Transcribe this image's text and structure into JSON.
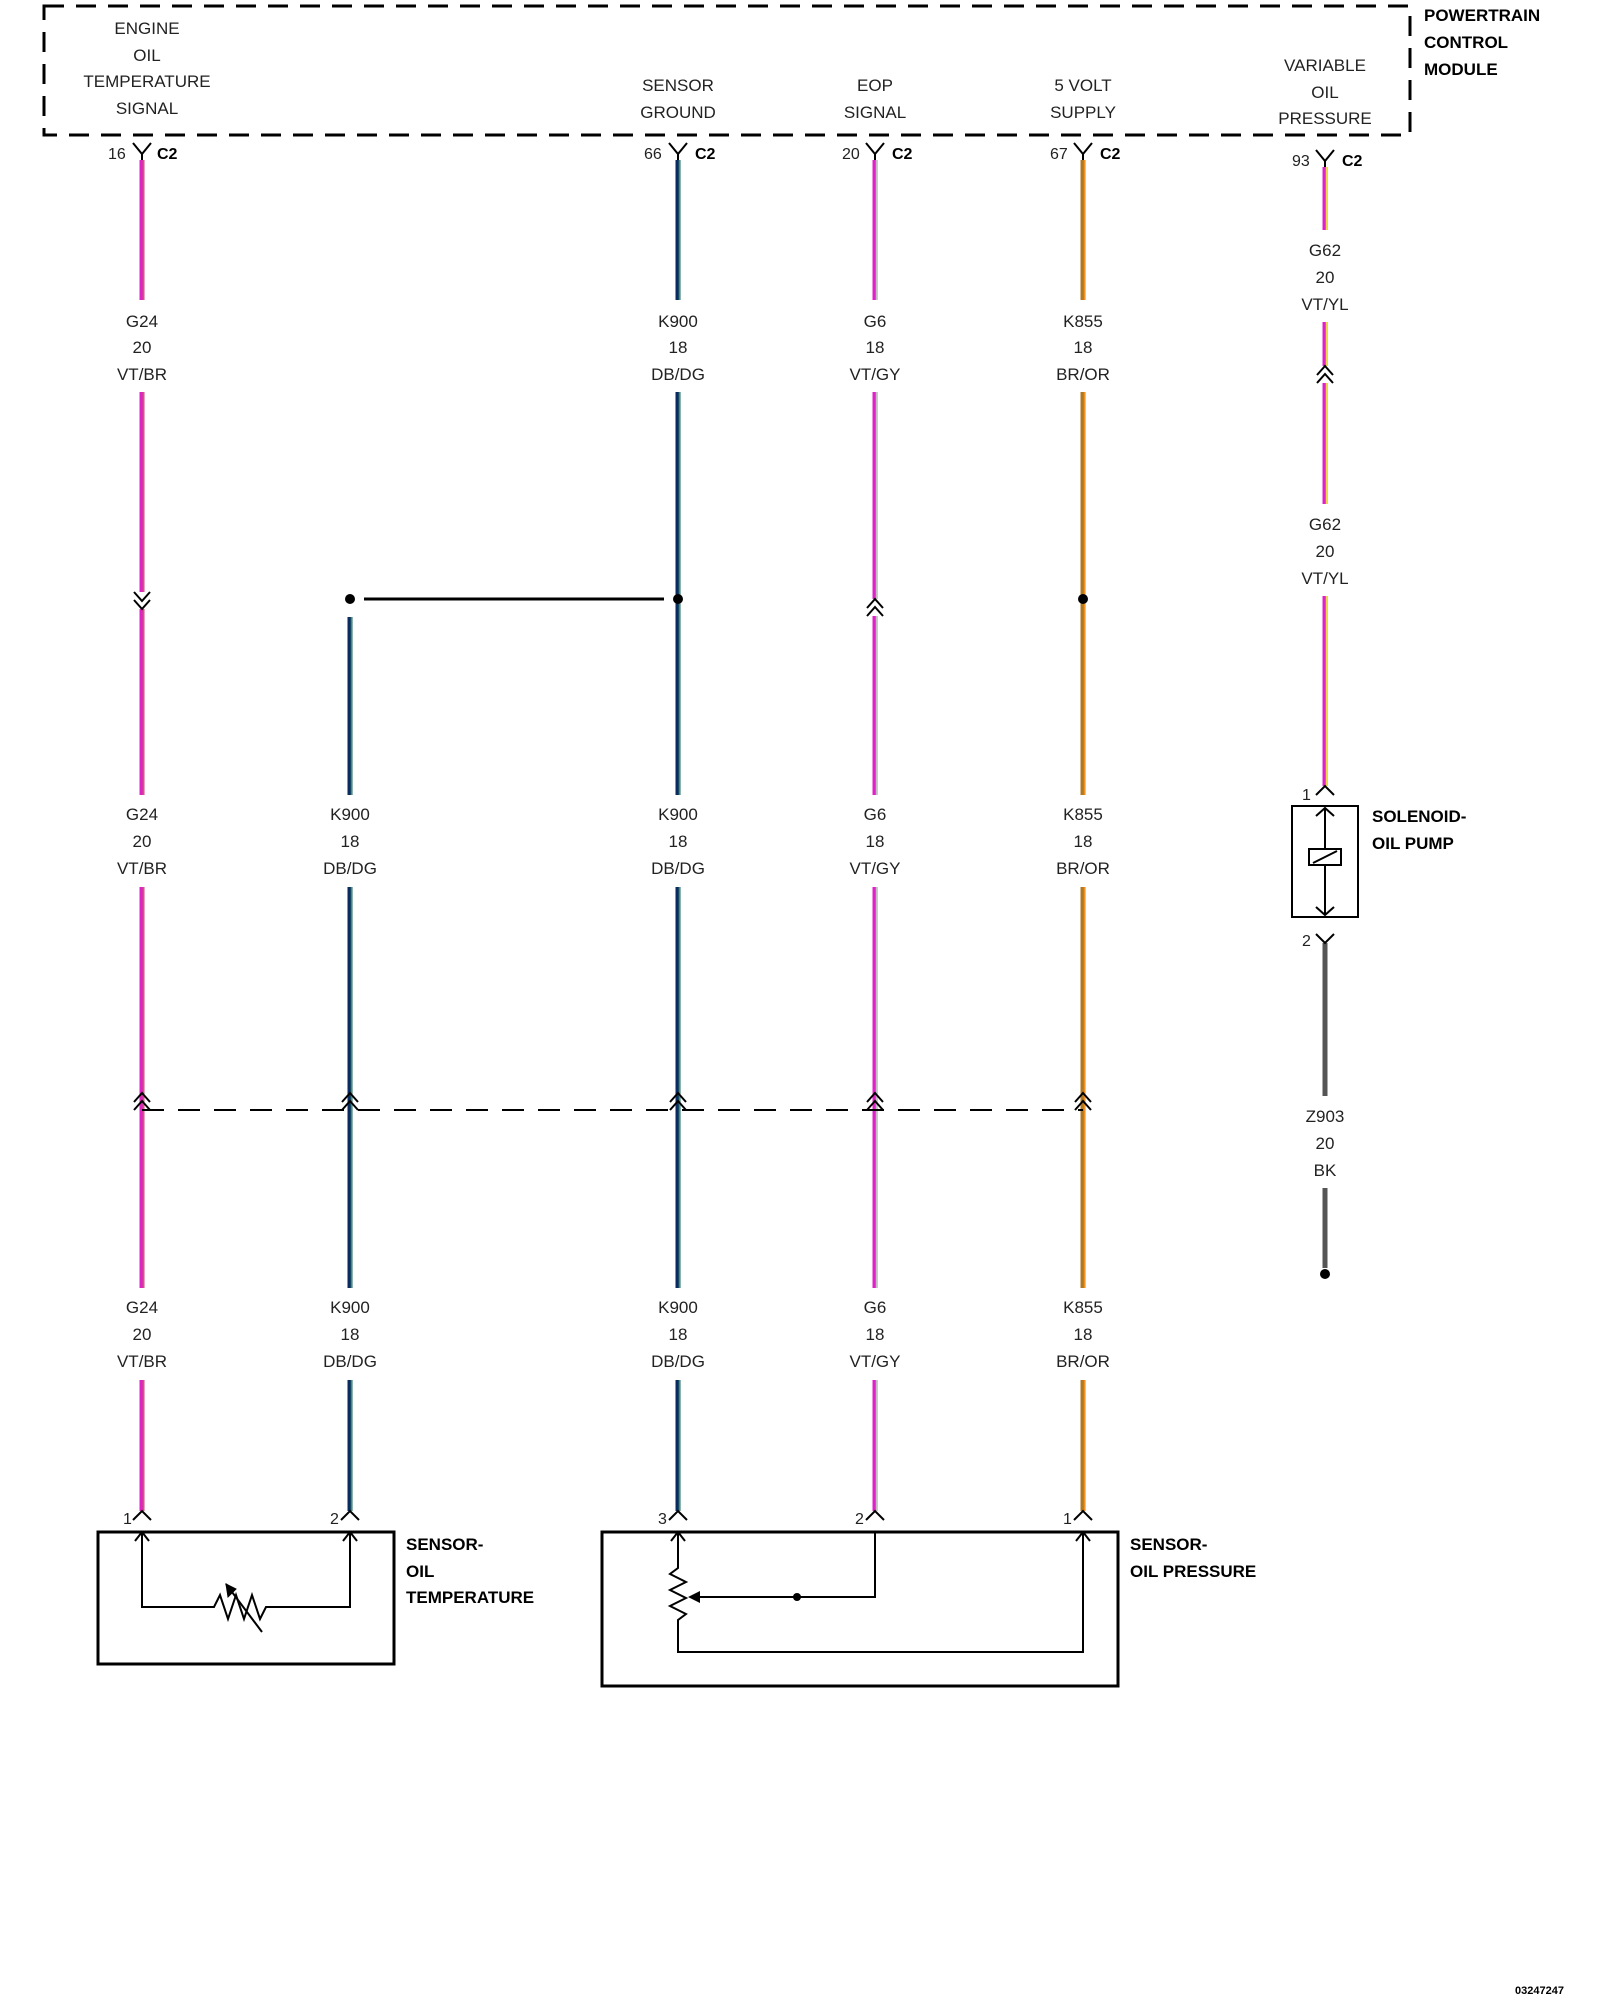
{
  "colors": {
    "VT": "#e020c8",
    "BR": "#b07820",
    "DB": "#0b2a63",
    "DG": "#2fa050",
    "YL": "#e8d84a",
    "GY": "#c0c0c0",
    "OR": "#f09020",
    "BK": "#555555",
    "line": "#000000"
  },
  "module": {
    "name": [
      "POWERTRAIN",
      "CONTROL",
      "MODULE"
    ],
    "connector": "C2",
    "signals": [
      {
        "key": "eot",
        "lines": [
          "ENGINE",
          "OIL",
          "TEMPERATURE",
          "SIGNAL"
        ],
        "pin": "16"
      },
      {
        "key": "sg",
        "lines": [
          "SENSOR",
          "GROUND"
        ],
        "pin": "66"
      },
      {
        "key": "eop",
        "lines": [
          "EOP",
          "SIGNAL"
        ],
        "pin": "20"
      },
      {
        "key": "v5",
        "lines": [
          "5 VOLT",
          "SUPPLY"
        ],
        "pin": "67"
      },
      {
        "key": "vop",
        "lines": [
          "VARIABLE",
          "OIL",
          "PRESSURE"
        ],
        "pin": "93"
      }
    ]
  },
  "wires": {
    "g24": {
      "circuit": "G24",
      "gauge": "20",
      "color": "VT/BR"
    },
    "k900": {
      "circuit": "K900",
      "gauge": "18",
      "color": "DB/DG"
    },
    "g6": {
      "circuit": "G6",
      "gauge": "18",
      "color": "VT/GY"
    },
    "k855": {
      "circuit": "K855",
      "gauge": "18",
      "color": "BR/OR"
    },
    "g62": {
      "circuit": "G62",
      "gauge": "20",
      "color": "VT/YL"
    },
    "z903": {
      "circuit": "Z903",
      "gauge": "20",
      "color": "BK"
    }
  },
  "solenoid": {
    "label": [
      "SOLENOID-",
      "OIL PUMP"
    ],
    "pin_top": "1",
    "pin_bottom": "2"
  },
  "sensor_temp": {
    "label": [
      "SENSOR-",
      "OIL",
      "TEMPERATURE"
    ],
    "pins": [
      "1",
      "2"
    ]
  },
  "sensor_pressure": {
    "label": [
      "SENSOR-",
      "OIL PRESSURE"
    ],
    "pins": [
      "3",
      "2",
      "1"
    ]
  },
  "doc_id": "03247247"
}
